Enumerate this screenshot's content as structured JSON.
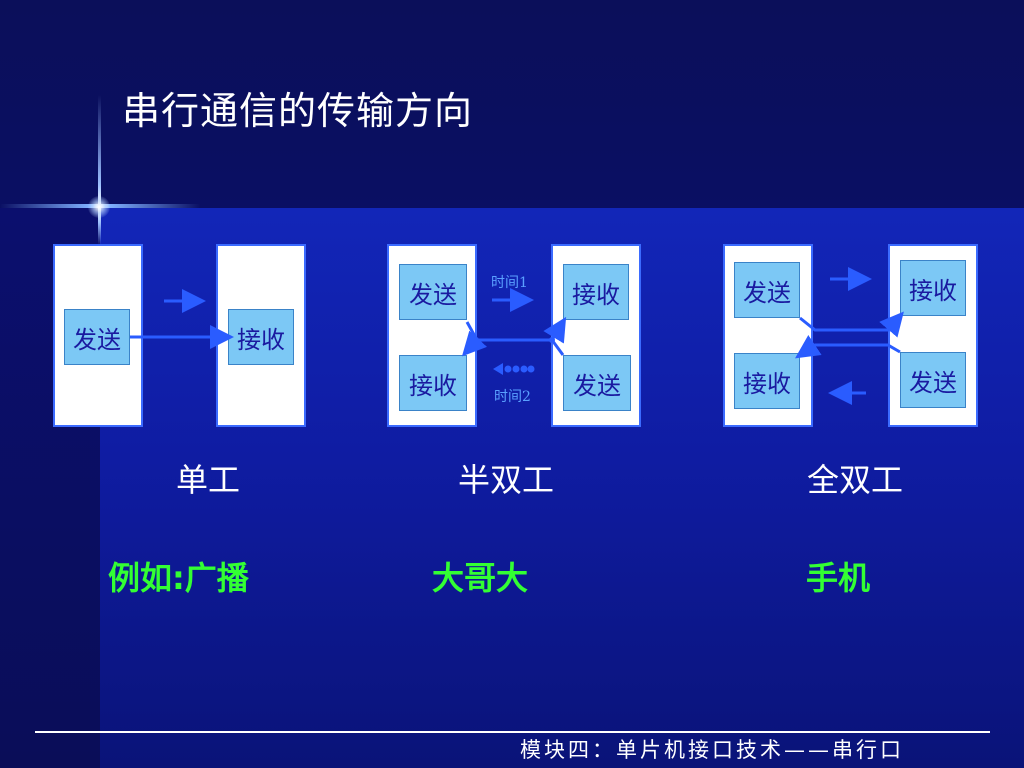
{
  "slide": {
    "title": "串行通信的传输方向",
    "footer": "模块四：单片机接口技术——串行口"
  },
  "simplex": {
    "send": "发送",
    "receive": "接收",
    "mode": "单工",
    "example": "例如:广播"
  },
  "half_duplex": {
    "left_top": "发送",
    "left_bottom": "接收",
    "right_top": "接收",
    "right_bottom": "发送",
    "time1": "时间1",
    "time2": "时间2",
    "mode": "半双工",
    "example": "大哥大"
  },
  "full_duplex": {
    "left_top": "发送",
    "left_bottom": "接收",
    "right_top": "接收",
    "right_bottom": "发送",
    "mode": "全双工",
    "example": "手机"
  },
  "colors": {
    "arrow": "#2a5cff",
    "example_text": "#33ff33"
  }
}
